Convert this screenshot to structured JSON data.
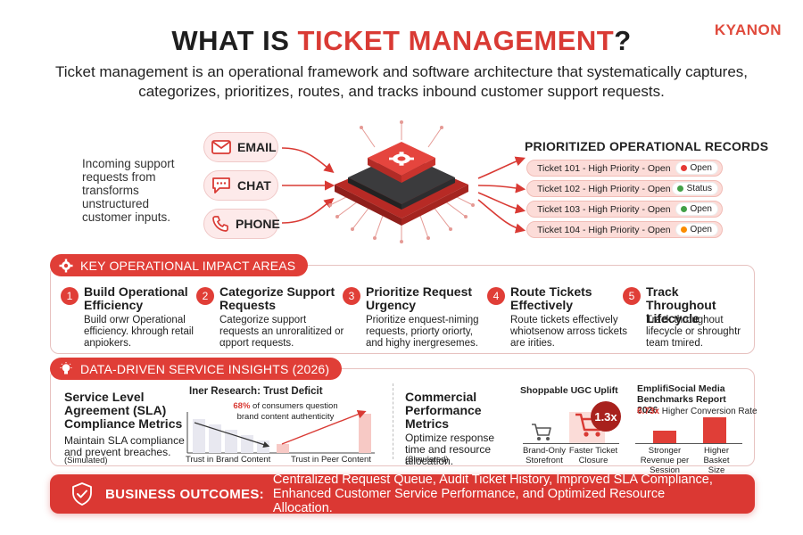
{
  "header": {
    "title_main": "WHAT IS ",
    "title_accent": "TICKET MANAGEMENT",
    "title_end": "?",
    "logo": "KYANON",
    "subtitle": "Ticket management is an operational framework and software architecture that systematically captures, categorizes, prioritizes, routes, and tracks inbound customer support requests."
  },
  "intake": {
    "text": "Incoming support requests from transforms unstructured customer inputs.",
    "channels": [
      {
        "label": "EMAIL",
        "icon": "envelope-icon"
      },
      {
        "label": "CHAT",
        "icon": "chat-bubble-icon"
      },
      {
        "label": "PHONE",
        "icon": "phone-icon"
      }
    ]
  },
  "records": {
    "title": "PRIORITIZED OPERATIONAL RECORDS",
    "items": [
      {
        "text": "Ticket 101 - High Priority - Open",
        "status": "Open",
        "status_color": "#e53935"
      },
      {
        "text": "Ticket 102 - High Priority - Open",
        "status": "Status",
        "status_color": "#43a047"
      },
      {
        "text": "Ticket 103 - High Priority - Open",
        "status": "Open",
        "status_color": "#43a047"
      },
      {
        "text": "Ticket 104 - High Priority - Open",
        "status": "Open",
        "status_color": "#fb8c00"
      }
    ]
  },
  "impact": {
    "title": "KEY OPERATIONAL IMPACT AREAS",
    "items": [
      {
        "num": "1",
        "heading": "Build Operational Efficiency",
        "desc": "Build orwr Operational efficiency. khrough retail anpiokers."
      },
      {
        "num": "2",
        "heading": "Categorize Support Requests",
        "desc": "Categorize support requests an unroralitized or αpport requests."
      },
      {
        "num": "3",
        "heading": "Prioritize Request Urgency",
        "desc": "Prioritize enquest-nimiŋg requests, priorty oriorty, and highy inergresemes."
      },
      {
        "num": "4",
        "heading": "Route Tickets Effectively",
        "desc": "Route tickets effectively whiotsenow arross tickets are irities."
      },
      {
        "num": "5",
        "heading": "Track Throughout Lifecycle",
        "desc": "Track throughout lifecycle or shroughtr team tmired."
      }
    ]
  },
  "insights": {
    "title": "DATA-DRIVEN SERVICE INSIGHTS (2026)",
    "sla": {
      "heading": "Service Level Agreement (SLA) Compliance Metrics",
      "desc": "Maintain SLA compliance and prevent breaches.",
      "note": "(Simulated)"
    },
    "trust": {
      "title": "Iner Research: Trust Deficit",
      "pct": "68%",
      "pct_text": " of consumers question brand content authenticity",
      "label_left": "Trust in Brand Content",
      "label_right": "Trust in Peer Content"
    },
    "commercial": {
      "heading": "Commercial Performance Metrics",
      "desc": "Optimize response time and resource allocation.",
      "note": "(Simulated)"
    },
    "ugc": {
      "title": "Shoppable UGC Uplift",
      "multiplier": "1.3x",
      "label_left": "Brand-Only Storefront",
      "label_right": "Faster Ticket Closure"
    },
    "emplifi": {
      "title": "EmplifiSocial Media Benchmarks Report 2026",
      "highlight": "6.73x",
      "highlight_text": " Higher Conversion Rate",
      "label_left": "Stronger Revenue per Session",
      "label_right": "Higher Basket Size"
    }
  },
  "outcomes": {
    "label": "BUSINESS OUTCOMES:",
    "text": "Centralized Request Queue, Audit Ticket History, Improved SLA Compliance, Enhanced Customer Service Performance, and Optimized Resource Allocation."
  },
  "colors": {
    "accent": "#e03e37",
    "pink": "#fdeaea"
  }
}
